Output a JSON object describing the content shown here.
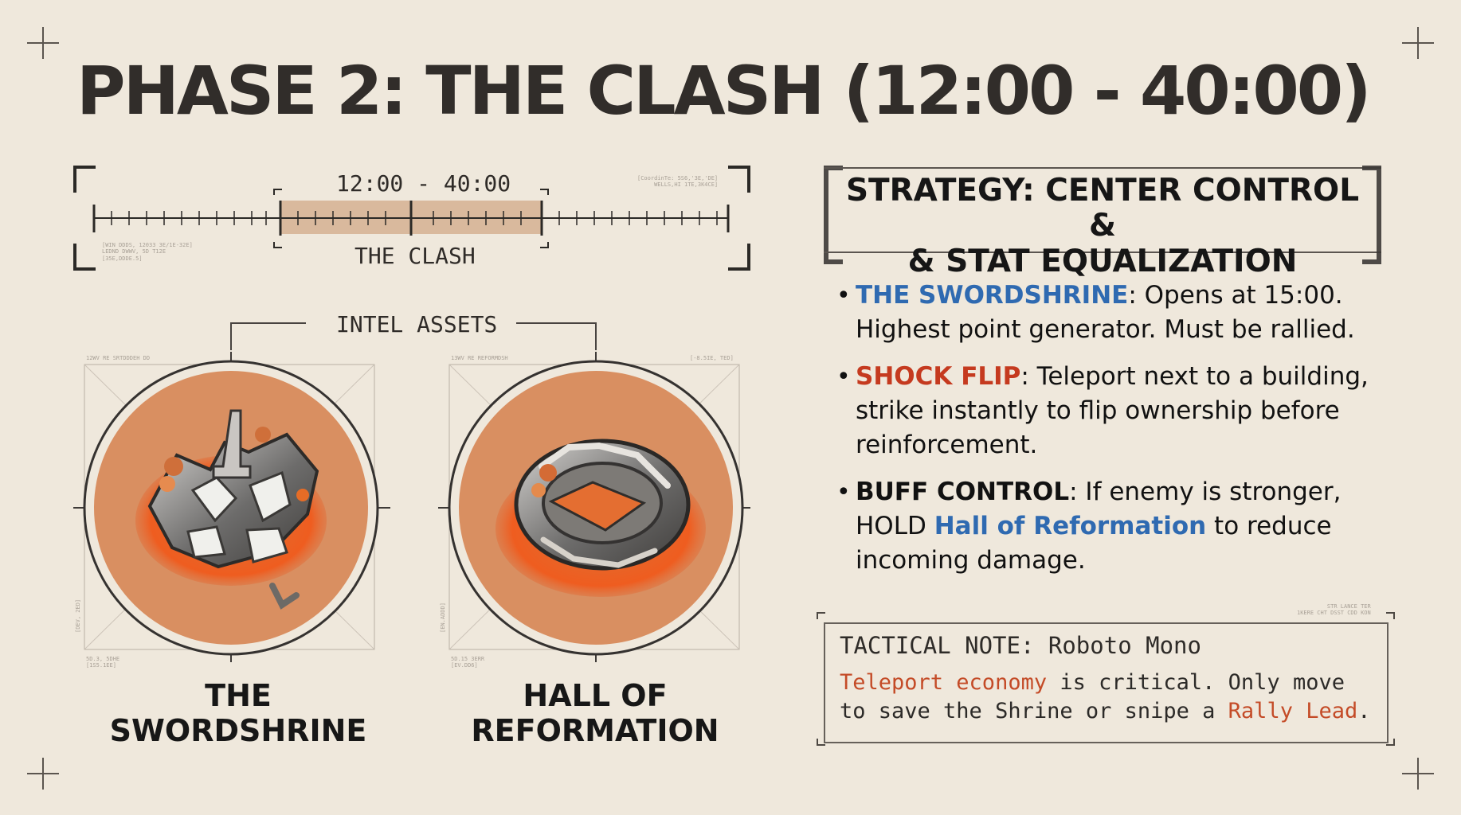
{
  "slide": {
    "title": "PHASE 2: THE CLASH (12:00 - 40:00)"
  },
  "timeline": {
    "range_text": "12:00 - 40:00",
    "label": "THE CLASH",
    "meta_left": "[WIN DDDS, 12033 3E/1E-32E]\nLEDND DWWV, 5D T12E\n[35E,DDDE.5]",
    "meta_right": "[CoordinTe: 5S6,'3E,'DE]\nWELLS,HI 1TE,3K4CE]"
  },
  "intel": {
    "label": "INTEL ASSETS",
    "assets": [
      {
        "name_line1": "THE",
        "name_line2": "SWORDSHRINE",
        "meta_top": "12WV RE SRTDDDEH DD",
        "meta_side": "[DEV, 2ED]",
        "meta_bottom": "5D.3, 5DHE\n[1S5.1EE]"
      },
      {
        "name_line1": "HALL OF",
        "name_line2": "REFORMATION",
        "meta_top": "13WV RE REFORMDSH",
        "meta_right": "[-8.5IE, TED]",
        "meta_side": "[EN.ADDD]",
        "meta_bottom": "5D.15 3ERR\n[EV.DD6]"
      }
    ]
  },
  "strategy": {
    "title_line1": "STRATEGY:  CENTER CONTROL &",
    "title_line2": "& STAT EQUALIZATION",
    "bullets": [
      {
        "keyword": "THE SWORDSHRINE",
        "text_a": ": Opens at 15:00.",
        "text_b": "Highest point generator. Must be rallied."
      },
      {
        "keyword": "SHOCK FLIP",
        "text_a": ": Teleport next to a building,",
        "text_b": "strike instantly to flip ownership before",
        "text_c": "reinforcement."
      },
      {
        "keyword": "BUFF CONTROL",
        "text_a": ": If enemy is stronger,",
        "text_b1": "HOLD ",
        "text_b_keyword": "Hall of Reformation",
        "text_b2": " to reduce",
        "text_c": "incoming damage."
      }
    ]
  },
  "tactical_note": {
    "heading": "TACTICAL NOTE: Roboto Mono",
    "red_1": "Teleport economy",
    "text_1": " is critical. Only move",
    "text_2": "to save the Shrine or snipe a ",
    "red_2": "Rally Lead",
    "text_3": ".",
    "meta_top": "STR LANCE TER\n1KERE CHT DSST CDD KON"
  },
  "colors": {
    "background": "#efe8dc",
    "highlight": "#d9b99d",
    "accent_blue": "#2f6ab1",
    "accent_red": "#c53a1f"
  }
}
